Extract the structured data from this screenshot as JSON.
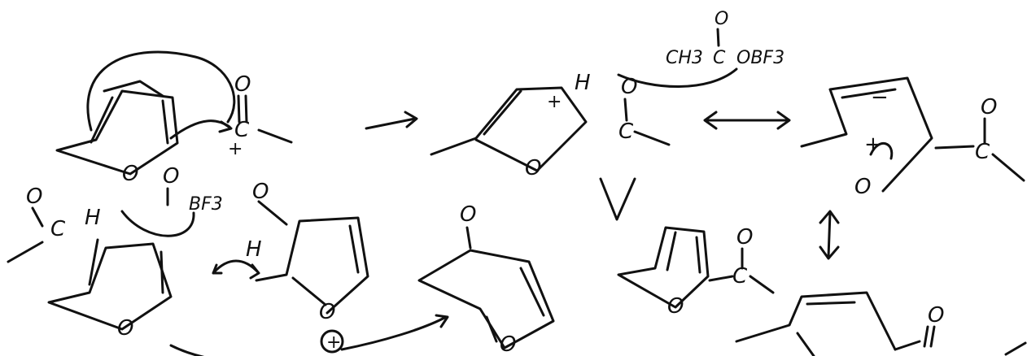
{
  "labels": {
    "o": "O",
    "c": "C",
    "h": "H",
    "plus": "+",
    "bf3": "BF3",
    "obf3": "OBF3",
    "ch3": "CH3",
    "minus": "−",
    "oplus": "+"
  }
}
